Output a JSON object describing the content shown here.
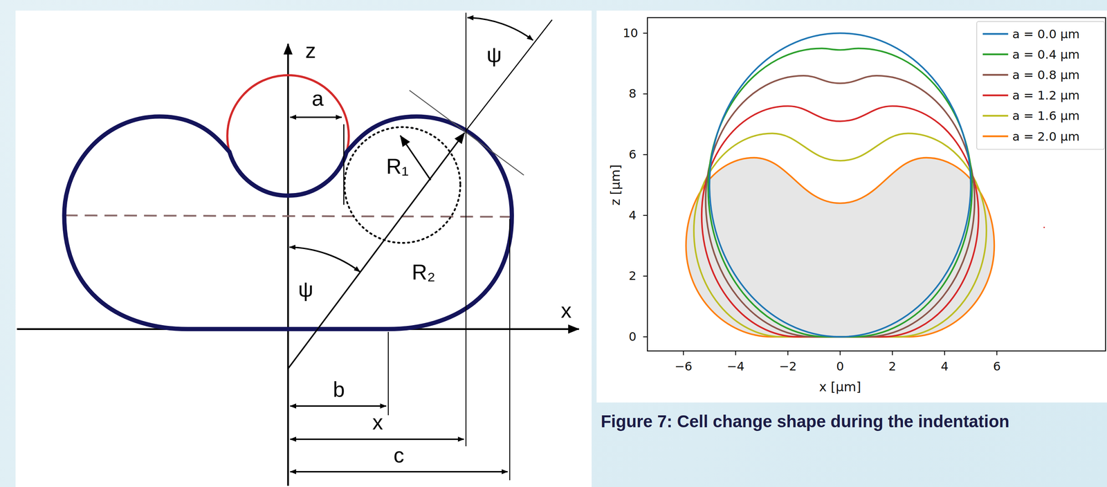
{
  "diagram": {
    "caption": "Figure 7: Cell change shape during the indentation",
    "labels": [
      "z",
      "a",
      "R₁",
      "ψ",
      "ψ",
      "R₂",
      "b",
      "x",
      "c",
      "x",
      "10",
      "8",
      "6",
      "4",
      "2",
      "0",
      "−6",
      "−4",
      "−2",
      "0",
      "2",
      "4",
      "6",
      "z [μm]",
      "x [μm]"
    ],
    "legend": [
      {
        "text": "a = 0.0  μm",
        "color": "#1f77b4"
      },
      {
        "text": "a = 0.4  μm",
        "color": "#2ca02c"
      },
      {
        "text": "a = 0.8  μm",
        "color": "#8c564b"
      },
      {
        "text": "a = 1.2  μm",
        "color": "#d62728"
      },
      {
        "text": "a = 1.6  μm",
        "color": "#bcbd22"
      },
      {
        "text": "a = 2.0  μm",
        "color": "#ff7f0e"
      }
    ]
  }
}
